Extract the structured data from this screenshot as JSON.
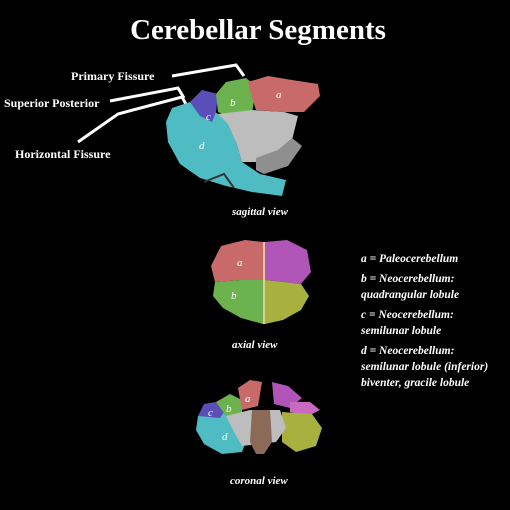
{
  "title": "Cerebellar Segments",
  "callouts": {
    "primary_fissure": "Primary Fissure",
    "superior_posterior": "Superior Posterior",
    "horizontal_fissure": "Horizontal Fissure"
  },
  "segment_letters": {
    "a": "a",
    "b": "b",
    "c": "c",
    "d": "d"
  },
  "views": {
    "sagittal": "sagittal view",
    "axial": "axial view",
    "coronal": "coronal view"
  },
  "legend": [
    {
      "lines": [
        "a = Paleocerebellum"
      ]
    },
    {
      "lines": [
        "b = Neocerebellum:",
        "quadrangular lobule"
      ]
    },
    {
      "lines": [
        "c = Neocerebellum:",
        "semilunar lobule"
      ]
    },
    {
      "lines": [
        "d = Neocerebellum:",
        "semilunar lobule (inferior)",
        "biventer, gracile lobule"
      ]
    }
  ],
  "colors": {
    "segment_a": "#c86a6a",
    "segment_b": "#6cb24e",
    "segment_c": "#5a4fb8",
    "segment_d": "#4fbcc4",
    "axial_right_upper": "#b054b8",
    "axial_right_lower": "#a8b040",
    "brainstem": "#9a9a9a"
  }
}
